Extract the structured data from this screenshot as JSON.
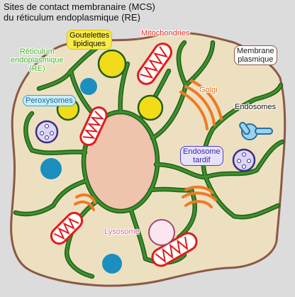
{
  "title": {
    "line1": "Sites de contact membranaire (MCS)",
    "line2": "du réticulum endoplasmique (RE)"
  },
  "labels": {
    "er": [
      "Réticulum",
      "endoplasmique",
      "(RE)"
    ],
    "lipid_droplets": [
      "Goutelettes",
      "lipidiques"
    ],
    "mitochondria": "Mitochondries",
    "plasma_membrane": [
      "Membrane",
      "plasmique"
    ],
    "golgi": "Golgi",
    "peroxisomes": "Peroxysomes",
    "endosomes": "Endosomes",
    "late_endosome": [
      "Endosome",
      "tardif"
    ],
    "lysosome": "Lysosome"
  },
  "colors": {
    "background": "#dcdcdc",
    "cytoplasm": "#ede0c0",
    "membrane": "#8a5a44",
    "nucleus": "#efc3ac",
    "er": "#3f8f2f",
    "lipid_droplet": "#f2dc1a",
    "peroxisome": "#1a8fc0",
    "mitochondria": "#e01c1c",
    "golgi": "#f07a24",
    "endosome": "#9ad4ec",
    "late_endosome": "#dcd6f6",
    "lysosome": "#fbe6f0",
    "label_er": "#48b02a",
    "label_lipid": "#d8c800",
    "label_mito": "#e83020",
    "label_golgi": "#e86a10",
    "label_peroxisome": "#2aa8dc",
    "label_endosome": "#40b0e0",
    "label_late_endosome": "#5040c8",
    "label_lysosome": "#e060a0"
  }
}
